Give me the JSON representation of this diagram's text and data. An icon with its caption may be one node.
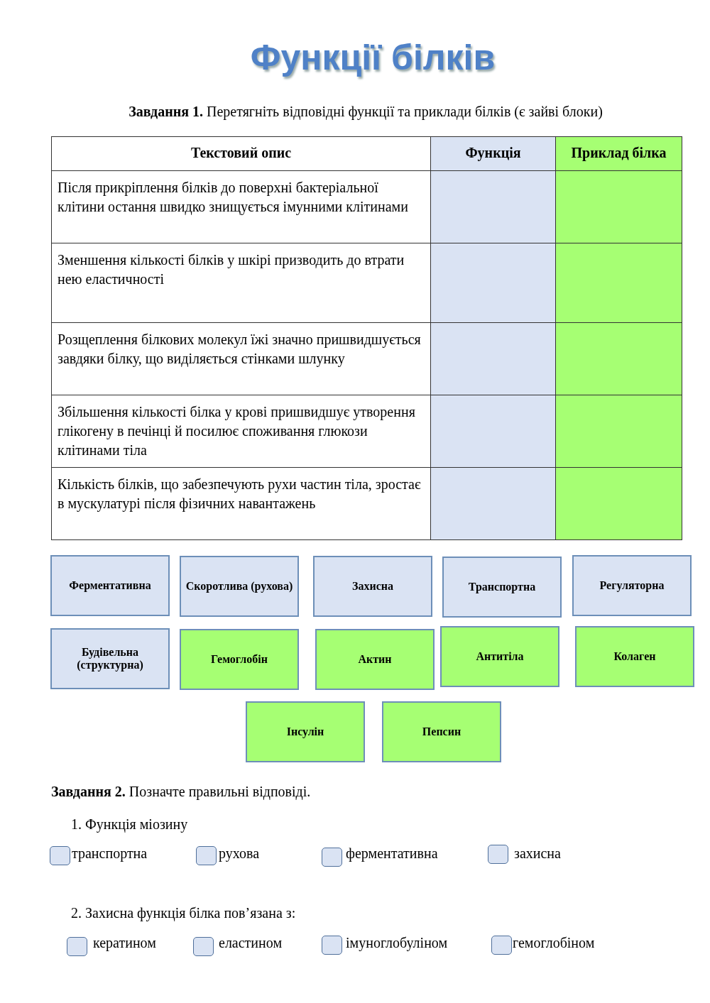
{
  "diagram": {
    "title": "Функції білків",
    "nodes": [
      {
        "text": [
          "Ферментативна"
        ]
      },
      {
        "text": [
          "Скоротлива (рухова)"
        ]
      },
      {
        "text": [
          "Захисна"
        ]
      },
      {
        "text": [
          "Транспортна"
        ]
      },
      {
        "text": [
          "Регуляторна"
        ]
      },
      {
        "text": [
          "Будівельна (структурна)"
        ]
      },
      {
        "text": [
          "Гемоглобін"
        ]
      },
      {
        "text": [
          "Актин"
        ]
      },
      {
        "text": [
          "Антитіла"
        ]
      },
      {
        "text": [
          "Колаген"
        ]
      },
      {
        "text": [
          "Інсулін"
        ]
      },
      {
        "text": [
          "Пепсин"
        ]
      }
    ],
    "labels": [
      "**Завдання 1.** Перетягніть відповідні функції та приклади білків (є зайві блоки)",
      "Текстовий опис",
      "Функція",
      "Приклад білка",
      "Після прикріплення білків до поверхні бактеріальної клітини остання швидко знищується імунними клітинами",
      "Зменшення кількості білків у шкірі призводить до втрати нею еластичності",
      "Розщеплення білкових молекул їжі значно пришвидшується завдяки білку, що виділяється стінками шлунку",
      "Збільшення кількості білка у крові пришвидшує утворення глікогену в печінці й посилює споживання глюкози клітинами тіла",
      "Кількість білків, що забезпечують рухи частин тіла, зростає в мускулатурі після фізичних навантажень",
      "**Завдання 2.** Позначте правильні відповіді.",
      "1.  Функція міозину",
      "транспортна",
      "рухова",
      "ферментативна",
      "захисна",
      "2.  Захисна функція білка пов’язана з:",
      "кератином",
      "еластином",
      "імуноглобуліном",
      "гемоглобіном"
    ]
  }
}
